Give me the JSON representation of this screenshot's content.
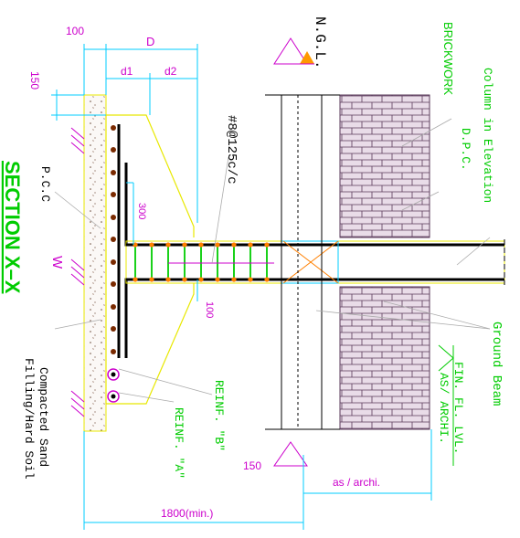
{
  "labels": {
    "dim_100_top": "100",
    "dim_D": "D",
    "dim_d1": "d1",
    "dim_d2": "d2",
    "dim_150_left": "150",
    "ngl": "N.G.L.",
    "brickwork": "BRICKWORK",
    "column_in_elevation": "Column in Elevation",
    "dpc": "D.P.C.",
    "rebar_spacing": "#8@125c/c",
    "dim_300": "300",
    "dim_100_mid": "100",
    "section_title": "SECTION X–X",
    "pcc": "P.C.C",
    "width_W": "W",
    "compacted_sand_line1": "Compacted Sand",
    "compacted_sand_line2": "Filling/Hard Soil",
    "reinf_a": "REINF. \"A\"",
    "reinf_b": "REINF. \"B\"",
    "ground_beam": "Ground Beam",
    "fin_fl_lvl": "FIN. FL. LVL.",
    "as_archi_vertical": "AS/ ARCHI.",
    "dim_150_bottom": "150",
    "as_archi_bottom": "as / archi.",
    "dim_1800": "1800(min.)"
  },
  "colors": {
    "dimension": "#ff00ff",
    "leader": "#00ff00",
    "outline": "#e8e800",
    "rebar": "#000000",
    "hatch": "#7a2a00",
    "brick_fill": "#e9dce8",
    "brick_line": "#5a3a5a",
    "stirrup": "#00cc00",
    "stirrup_dot": "#ff8000",
    "cyan": "#00ccff",
    "magenta": "#cc00cc"
  }
}
